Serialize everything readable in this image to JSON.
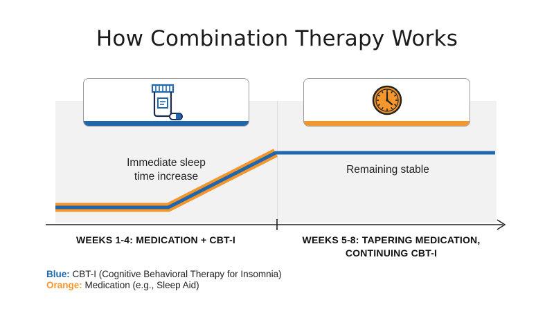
{
  "title": "How Combination Therapy Works",
  "annotations": {
    "left_line1": "Immediate sleep",
    "left_line2": "time increase",
    "right": "Remaining stable"
  },
  "phases": {
    "left": "WEEKS 1-4: MEDICATION + CBT-I",
    "right_line1": "WEEKS 5-8: TAPERING MEDICATION,",
    "right_line2": "CONTINUING CBT-I"
  },
  "legend": {
    "blue_key": "Blue:",
    "blue_text": " CBT-I (Cognitive Behavioral Therapy for Insomnia)",
    "orange_key": "Orange:",
    "orange_text": " Medication (e.g., Sleep Aid)"
  },
  "colors": {
    "blue": "#1f66ad",
    "orange": "#f3962b",
    "panel": "#f2f2f2"
  },
  "icons": {
    "left_card": "pill-bottle-icon",
    "right_card": "clock-icon"
  }
}
